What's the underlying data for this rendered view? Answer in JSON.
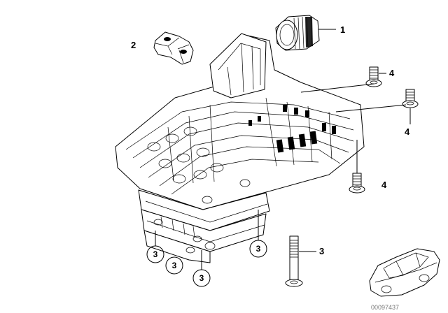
{
  "diagram": {
    "callouts": [
      {
        "id": "connector",
        "label": "1"
      },
      {
        "id": "bracket",
        "label": "2"
      },
      {
        "id": "bolt_top_left",
        "label": "4"
      },
      {
        "id": "bolt_top_right",
        "label": "4"
      },
      {
        "id": "bolt_bottom",
        "label": "4"
      },
      {
        "id": "long_bolt",
        "label": "3"
      }
    ],
    "circled_callouts": [
      {
        "id": "c1",
        "label": "3"
      },
      {
        "id": "c2",
        "label": "3"
      },
      {
        "id": "c3",
        "label": "3"
      },
      {
        "id": "c4",
        "label": "3"
      }
    ],
    "reference_number": "00097437"
  }
}
